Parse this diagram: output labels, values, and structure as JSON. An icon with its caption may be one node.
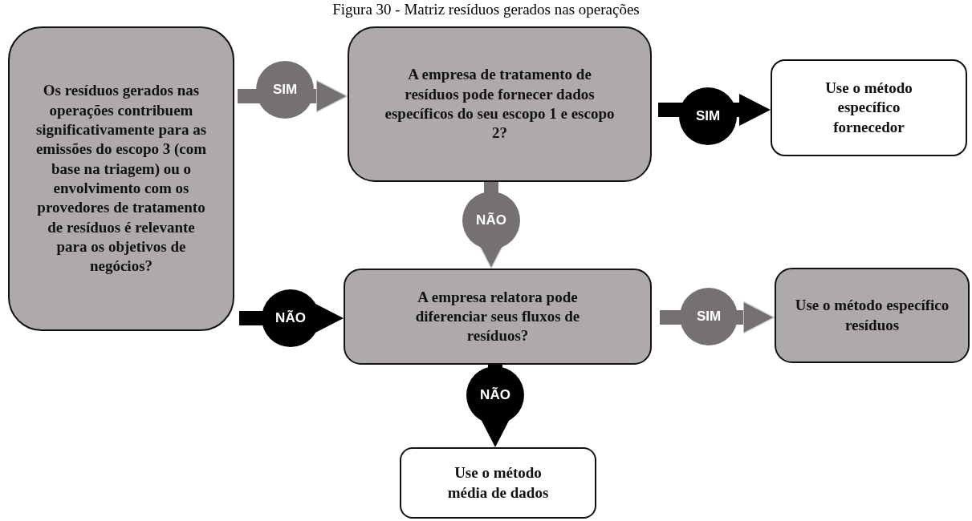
{
  "diagram": {
    "title": "Figura 30 - Matriz resíduos gerados nas operações",
    "nodes": [
      {
        "text": [
          "Os resíduos gerados nas operações contribuem significativamente para as emissões do escopo 3 (com base na triagem) ou o envolvimento com os provedores de tratamento de resíduos é relevante para os objetivos de negócios?"
        ]
      },
      {
        "text": [
          "A empresa de tratamento de resíduos pode fornecer dados específicos do seu escopo 1 e escopo 2?"
        ]
      },
      {
        "text": [
          "Use o método específico fornecedor"
        ]
      },
      {
        "text": [
          "A empresa relatora pode diferenciar seus fluxos de resíduos?"
        ]
      },
      {
        "text": [
          "Use o método específico resíduos"
        ]
      },
      {
        "text": [
          "Use o método média de dados"
        ]
      }
    ],
    "edges": [
      {
        "from": 0,
        "to": 1,
        "arrow": "to",
        "label": "SIM",
        "color": "#767171"
      },
      {
        "from": 1,
        "to": 2,
        "arrow": "to",
        "label": "SIM",
        "color": "#000000"
      },
      {
        "from": 1,
        "to": 3,
        "arrow": "to",
        "label": "NÃO",
        "color": "#767171"
      },
      {
        "from": 0,
        "to": 3,
        "arrow": "to",
        "label": "NÃO",
        "color": "#000000"
      },
      {
        "from": 3,
        "to": 4,
        "arrow": "to",
        "label": "SIM",
        "color": "#767171"
      },
      {
        "from": 3,
        "to": 5,
        "arrow": "to",
        "label": "NÃO",
        "color": "#000000"
      }
    ]
  }
}
